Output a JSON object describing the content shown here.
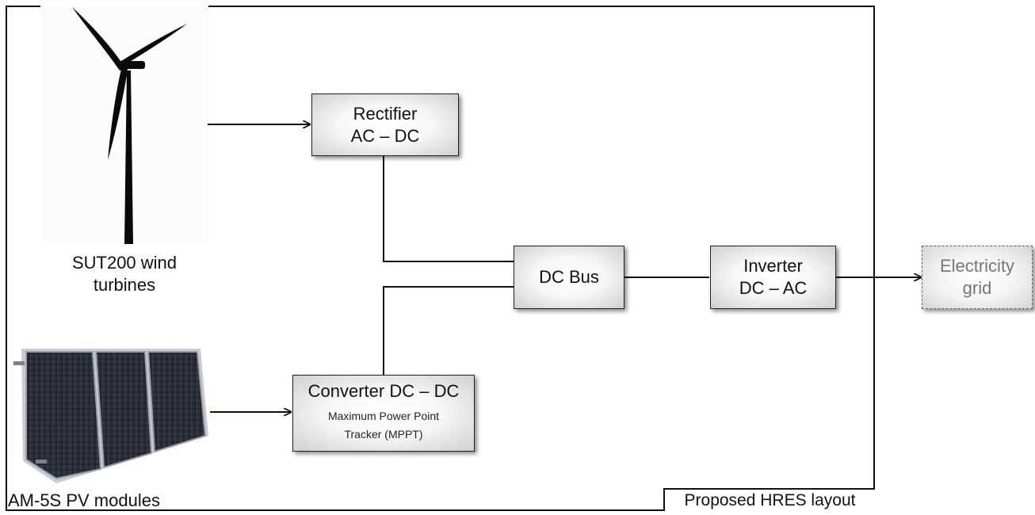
{
  "figure": {
    "sources": {
      "wind": {
        "label_line1": "SUT200 wind",
        "label_line2": "turbines",
        "icon": "wind-turbine-icon"
      },
      "pv": {
        "label": "AM-5S PV modules",
        "icon": "solar-panel-icon"
      }
    },
    "blocks": {
      "rectifier": {
        "line1": "Rectifier",
        "line2": "AC – DC"
      },
      "converter": {
        "line1": "Converter DC – DC",
        "sub1": "Maximum Power Point",
        "sub2": "Tracker (MPPT)"
      },
      "dc_bus": {
        "line1": "DC Bus"
      },
      "inverter": {
        "line1": "Inverter",
        "line2": "DC – AC"
      },
      "grid": {
        "line1": "Electricity",
        "line2": "grid"
      }
    },
    "layout_label": "Proposed HRES layout"
  }
}
